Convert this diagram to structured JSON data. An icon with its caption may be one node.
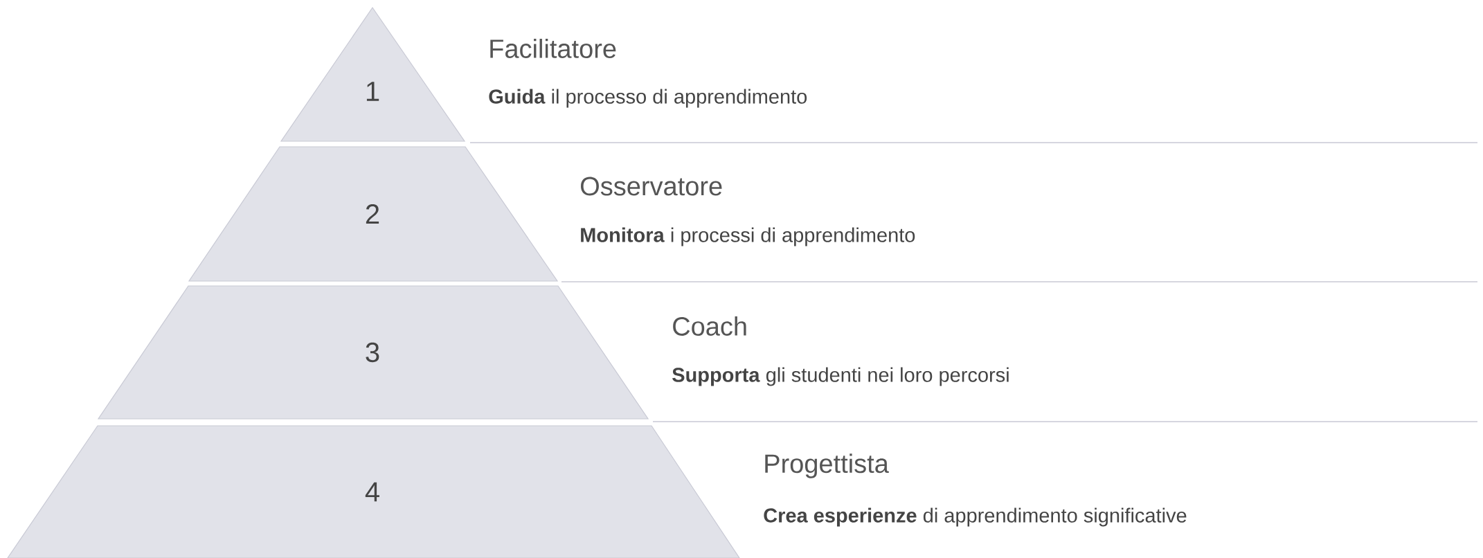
{
  "diagram": {
    "nodes": [
      {
        "text": [
          "1"
        ],
        "beside": [
          "Facilitatore",
          "**Guida** il processo di apprendimento"
        ]
      },
      {
        "text": [
          "2"
        ],
        "beside": [
          "Osservatore",
          "**Monitora** i processi di apprendimento"
        ]
      },
      {
        "text": [
          "3"
        ],
        "beside": [
          "Coach",
          "**Supporta** gli studenti nei loro percorsi"
        ]
      },
      {
        "text": [
          "4"
        ],
        "beside": [
          "Progettista",
          "**Crea esperienze** di apprendimento significative"
        ]
      }
    ]
  }
}
